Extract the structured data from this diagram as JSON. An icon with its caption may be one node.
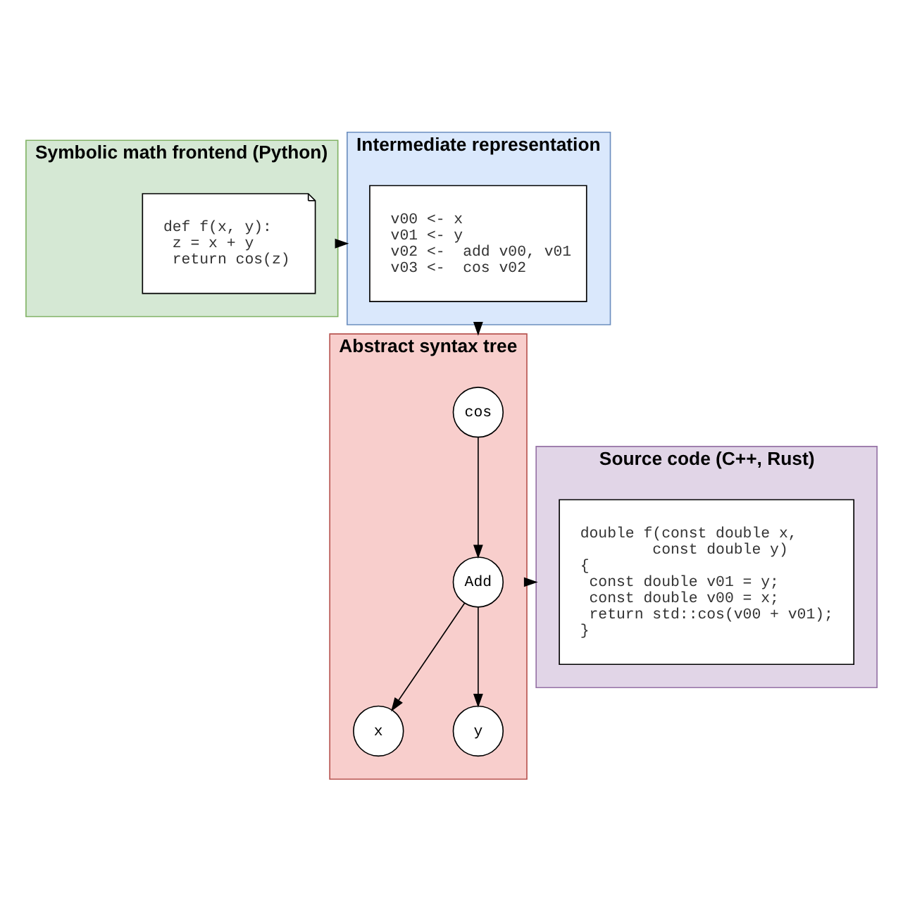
{
  "diagram": {
    "nodes": [
      {
        "text": [
          "Symbolic math frontend (Python)"
        ]
      },
      {
        "text": [
          "def f(x, y):",
          "z = x + y",
          "return cos(z)"
        ],
        "in": 0
      },
      {
        "text": [
          "Intermediate representation"
        ]
      },
      {
        "text": [
          "v00 <- x",
          "v01 <- y",
          "v02 <-  add v00, v01",
          "v03 <-  cos v02"
        ],
        "in": 2
      },
      {
        "text": [
          "Abstract syntax tree"
        ]
      },
      {
        "text": [
          "cos"
        ],
        "in": 4
      },
      {
        "text": [
          "Add"
        ],
        "in": 4
      },
      {
        "text": [
          "x"
        ],
        "in": 4
      },
      {
        "text": [
          "y"
        ],
        "in": 4
      },
      {
        "text": [
          "Source code (C++, Rust)"
        ]
      },
      {
        "text": [
          "double f(const double x,",
          "const double y)",
          "{",
          "const double v01 = y;",
          "const double v00 = x;",
          "return std::cos(v00 + v01);",
          "}"
        ],
        "in": 9
      }
    ],
    "edges": [
      {
        "from": 0,
        "to": 2,
        "arrow": "to"
      },
      {
        "from": 2,
        "to": 4,
        "arrow": "to"
      },
      {
        "from": 4,
        "to": 9,
        "arrow": "to"
      },
      {
        "from": 5,
        "to": 6,
        "arrow": "to"
      },
      {
        "from": 6,
        "to": 7,
        "arrow": "to"
      },
      {
        "from": 6,
        "to": 8,
        "arrow": "to"
      }
    ]
  }
}
